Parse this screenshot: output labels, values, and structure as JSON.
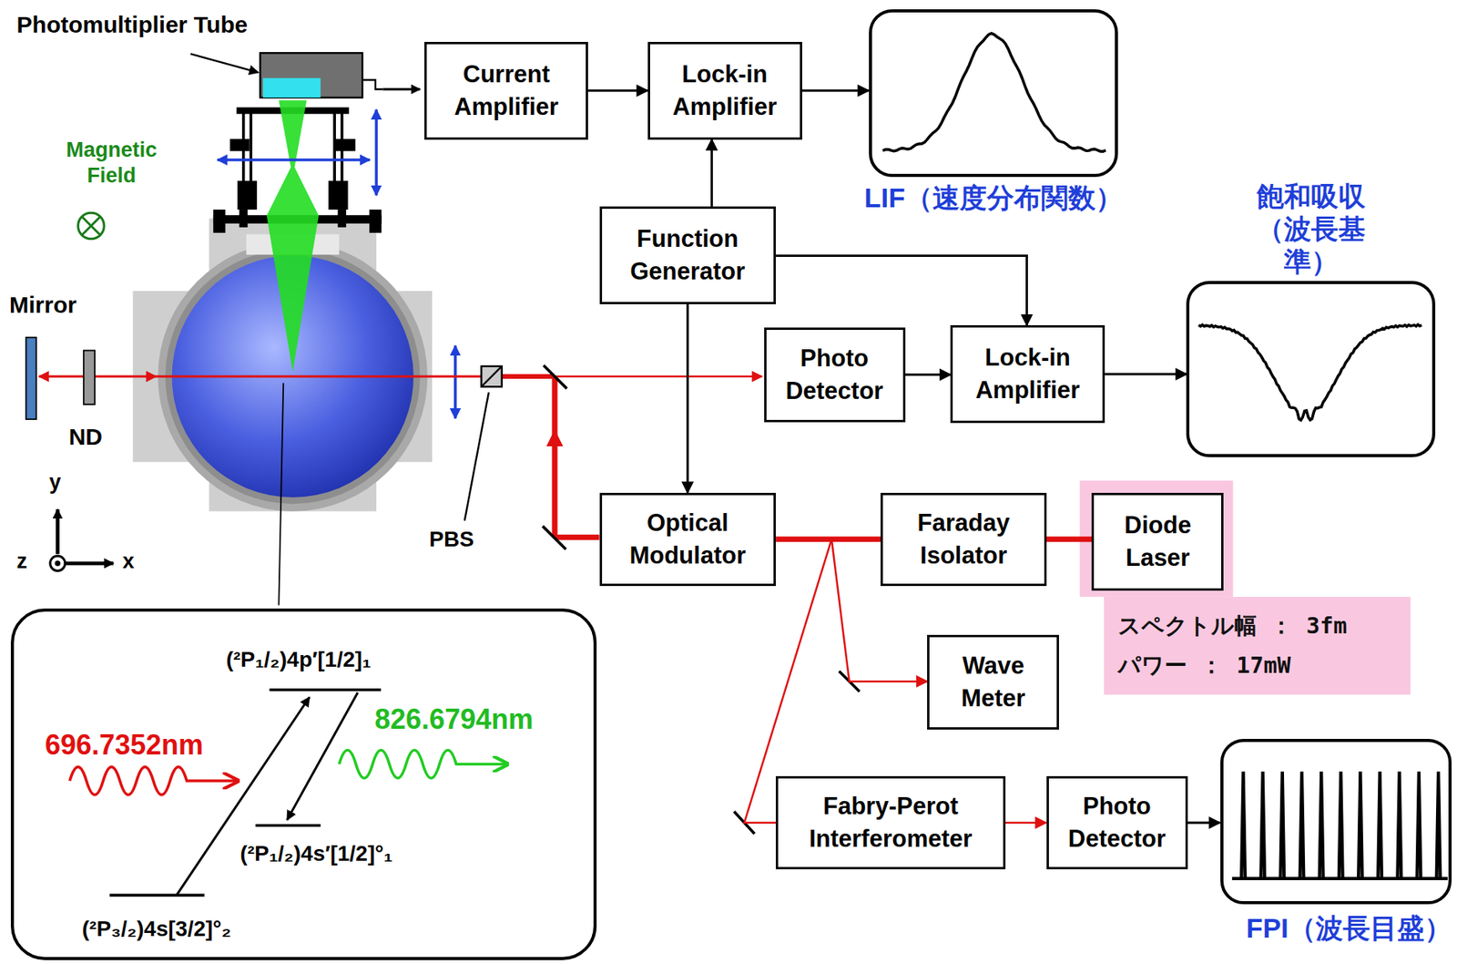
{
  "diagram": {
    "nodes": [
      {
        "text": [
          "Current Amplifier"
        ]
      },
      {
        "text": [
          "Lock-in Amplifier"
        ]
      },
      {
        "text": [
          "LIF（速度分布関数）"
        ]
      },
      {
        "text": [
          "Function Generator"
        ]
      },
      {
        "text": [
          "飽和吸収 （波長基準）"
        ]
      },
      {
        "text": [
          "Photo Detector"
        ]
      },
      {
        "text": [
          "Lock-in Amplifier"
        ]
      },
      {
        "text": [
          "Optical Modulator"
        ]
      },
      {
        "text": [
          "Faraday Isolator"
        ]
      },
      {
        "text": [
          "Diode Laser"
        ]
      },
      {
        "text": [
          "スペクトル幅 ： 3fm",
          "パワー ： 17mW"
        ]
      },
      {
        "text": [
          "Wave Meter"
        ]
      },
      {
        "text": [
          "Fabry-Perot Interferometer"
        ]
      },
      {
        "text": [
          "Photo Detector"
        ]
      },
      {
        "text": [
          "FPI（波長目盛）"
        ]
      },
      {
        "text": [
          "(²P₁/₂)4p′[1/2]₁",
          "696.7352nm",
          "826.6794nm",
          "(²P₁/₂)4s′[1/2]°₁",
          "(²P₃/₂)4s[3/2]°₂"
        ]
      }
    ],
    "edges": [
      {
        "from": 0,
        "to": 1,
        "arrow": "to"
      },
      {
        "from": 1,
        "to": 2,
        "arrow": "to"
      },
      {
        "from": 3,
        "to": 1,
        "arrow": "to"
      },
      {
        "from": 3,
        "to": 6,
        "arrow": "to"
      },
      {
        "from": 3,
        "to": 7,
        "arrow": "to"
      },
      {
        "from": 5,
        "to": 6,
        "arrow": "to"
      },
      {
        "from": 6,
        "to": 4,
        "arrow": "to"
      },
      {
        "from": 9,
        "to": 8,
        "arrow": "none"
      },
      {
        "from": 8,
        "to": 7,
        "arrow": "none"
      },
      {
        "from": 8,
        "to": 11,
        "arrow": "to"
      },
      {
        "from": 8,
        "to": 12,
        "arrow": "none"
      },
      {
        "from": 12,
        "to": 13,
        "arrow": "to"
      },
      {
        "from": 13,
        "to": 14,
        "arrow": "to"
      }
    ],
    "labels": [
      "Photomultiplier Tube",
      "Magnetic Field",
      "Mirror",
      "ND",
      "PBS",
      "y",
      "z",
      "x"
    ]
  }
}
